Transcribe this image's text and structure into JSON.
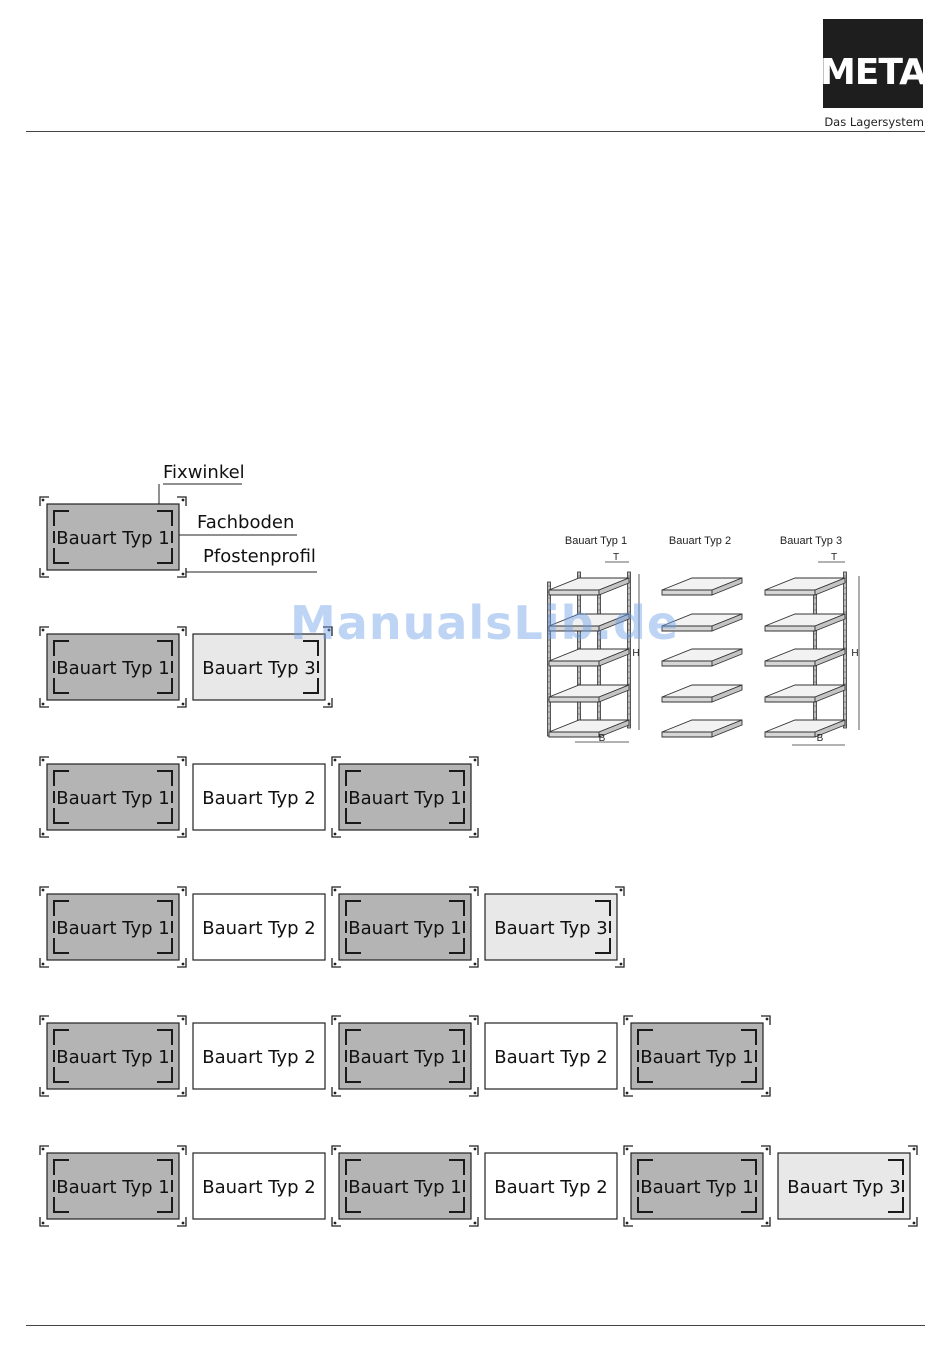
{
  "header": {
    "brand": "META",
    "tagline": "Das Lagersystem"
  },
  "watermark": "ManualsLib.de",
  "legend": {
    "fixwinkel": "Fixwinkel",
    "fachboden": "Fachboden",
    "pfostenprofil": "Pfostenprofil"
  },
  "types": {
    "1": "Bauart Typ 1",
    "2": "Bauart Typ 2",
    "3": "Bauart Typ 3"
  },
  "colors": {
    "typ1": "#b4b4b4",
    "typ2": "#ffffff",
    "typ3": "#e8e8e8",
    "line": "#222222"
  },
  "rows": [
    [
      "1"
    ],
    [
      "1",
      "3"
    ],
    [
      "1",
      "2",
      "1"
    ],
    [
      "1",
      "2",
      "1",
      "3"
    ],
    [
      "1",
      "2",
      "1",
      "2",
      "1"
    ],
    [
      "1",
      "2",
      "1",
      "2",
      "1",
      "3"
    ]
  ],
  "racks": {
    "labels": [
      "Bauart Typ 1",
      "Bauart Typ 2",
      "Bauart Typ 3"
    ],
    "dim_t": "T",
    "dim_h": "H",
    "dim_b": "B"
  }
}
